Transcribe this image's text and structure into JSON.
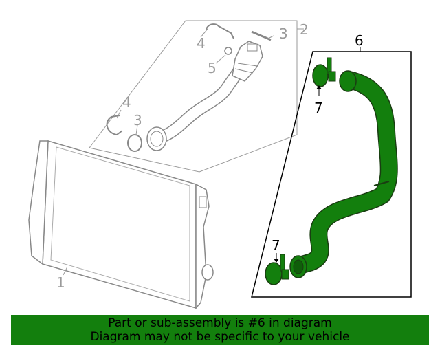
{
  "callouts": {
    "c1": "1",
    "c2": "2",
    "c3a": "3",
    "c3b": "3",
    "c4a": "4",
    "c4b": "4",
    "c5": "5",
    "c6": "6",
    "c7a": "7",
    "c7b": "7"
  },
  "colors": {
    "highlight": "#137f0d",
    "line_grey": "#8c8c8c",
    "banner": "#137f0d"
  },
  "banner": {
    "line1": "Part or sub-assembly is #6 in diagram",
    "line2": "Diagram may not be specific to your vehicle"
  }
}
